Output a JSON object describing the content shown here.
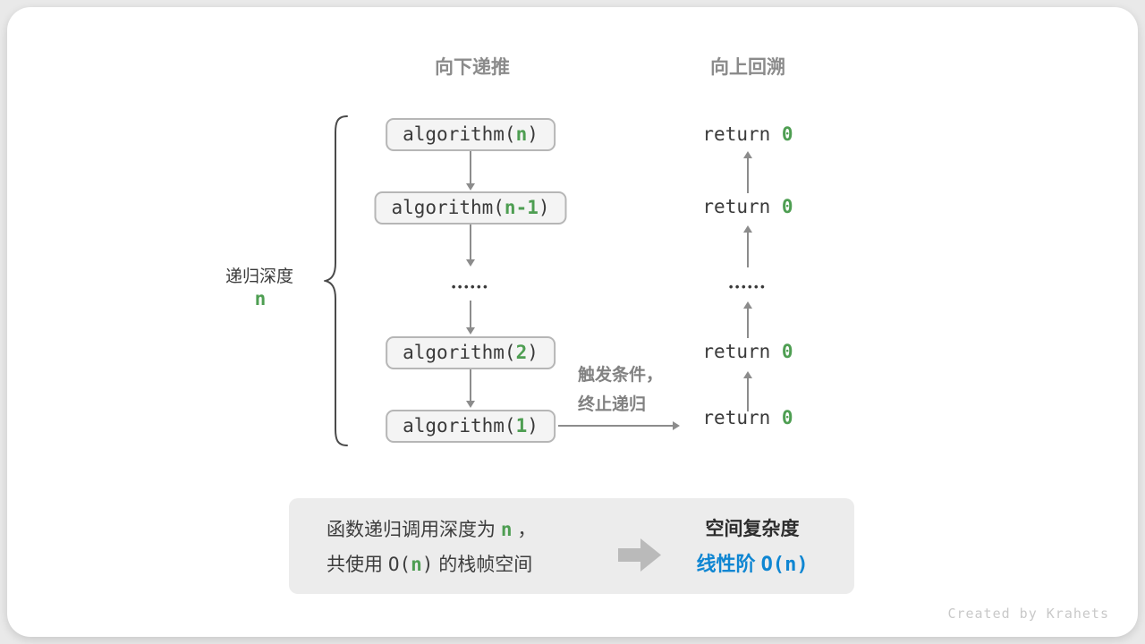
{
  "headers": {
    "down": "向下递推",
    "up": "向上回溯"
  },
  "depth": {
    "label": "递归深度",
    "value": "n"
  },
  "calls": [
    {
      "pre": "algorithm(",
      "arg": "n",
      "post": ")"
    },
    {
      "pre": "algorithm(",
      "arg": "n-1",
      "post": ")"
    },
    {
      "pre": "algorithm(",
      "arg": "2",
      "post": ")"
    },
    {
      "pre": "algorithm(",
      "arg": "1",
      "post": ")"
    }
  ],
  "returns": [
    {
      "keyword": "return ",
      "value": "0"
    },
    {
      "keyword": "return ",
      "value": "0"
    },
    {
      "keyword": "return ",
      "value": "0"
    },
    {
      "keyword": "return ",
      "value": "0"
    }
  ],
  "ellipsis": "••••••",
  "trigger": {
    "line1": "触发条件，",
    "line2": "终止递归"
  },
  "summary": {
    "line1_pre": "函数递归调用深度为 ",
    "line1_var": "n",
    "line1_post": " ，",
    "line2_pre": "共使用 ",
    "line2_big_o": "O(",
    "line2_var": "n",
    "line2_close": ")",
    "line2_tail": " 的栈帧空间",
    "result_title": "空间复杂度",
    "result_pre": "线性阶 ",
    "result_big_o": "O(",
    "result_var": "n",
    "result_close": ")"
  },
  "watermark": "Created by Krahets",
  "colors": {
    "green": "#4e9e52",
    "blue": "#0f86d2"
  }
}
